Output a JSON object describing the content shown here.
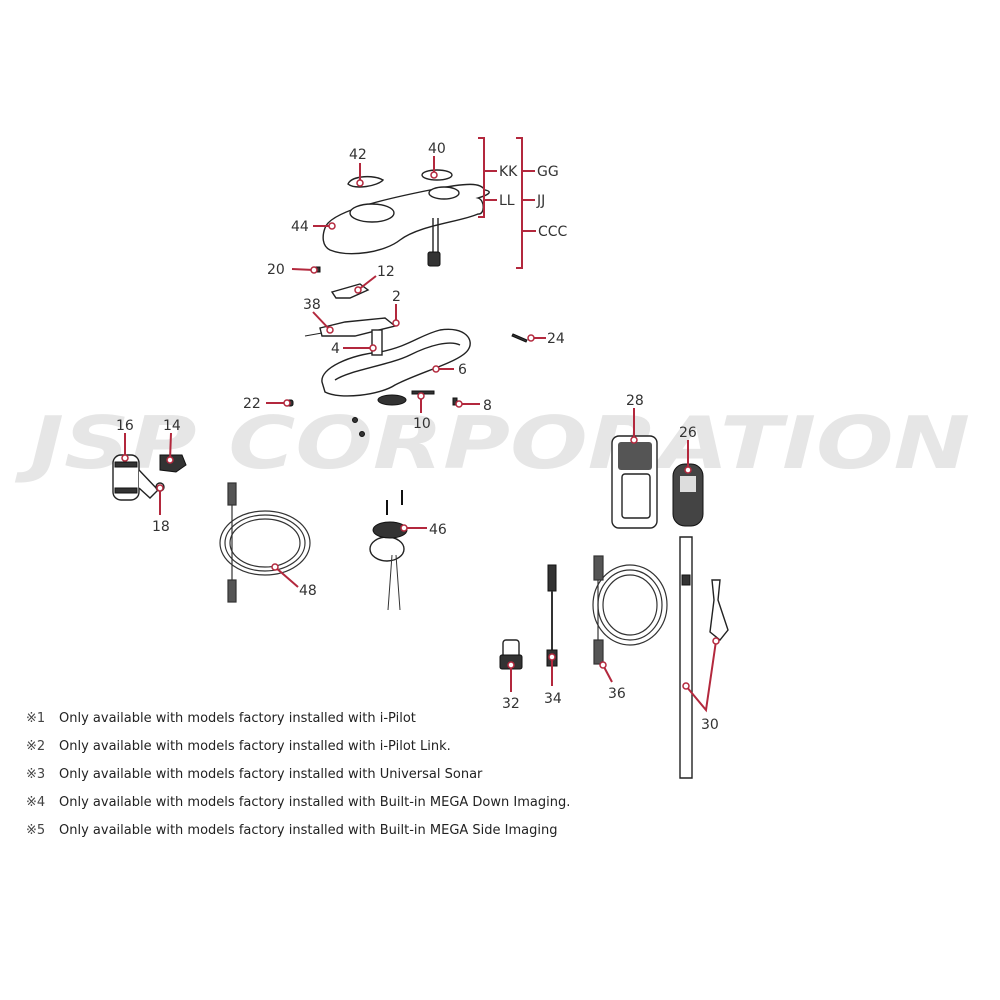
{
  "watermark": "JSP CORPORATION",
  "colors": {
    "callout": "#b3283d",
    "watermark": "#e6e6e6"
  },
  "labels": {
    "p42": "42",
    "p40": "40",
    "p44": "44",
    "p20": "20",
    "p12": "12",
    "p2": "2",
    "p38": "38",
    "p4": "4",
    "p24": "24",
    "p6": "6",
    "p22": "22",
    "p10": "10",
    "p8": "8",
    "p16": "16",
    "p14": "14",
    "p18": "18",
    "p28": "28",
    "p26": "26",
    "p46": "46",
    "p48": "48",
    "p32": "32",
    "p34": "34",
    "p36": "36",
    "p30": "30"
  },
  "brackets": {
    "kk": "KK",
    "ll": "LL",
    "gg": "GG",
    "jj": "JJ",
    "ccc": "CCC"
  },
  "notes": [
    {
      "mark": "※1",
      "text": "Only available with models factory installed with i-Pilot"
    },
    {
      "mark": "※2",
      "text": "Only available with models factory installed with i-Pilot Link."
    },
    {
      "mark": "※3",
      "text": "Only available with models factory installed with Universal Sonar"
    },
    {
      "mark": "※4",
      "text": "Only available with models factory installed with Built-in MEGA Down Imaging."
    },
    {
      "mark": "※5",
      "text": "Only available with models factory installed with Built-in MEGA Side Imaging"
    }
  ]
}
